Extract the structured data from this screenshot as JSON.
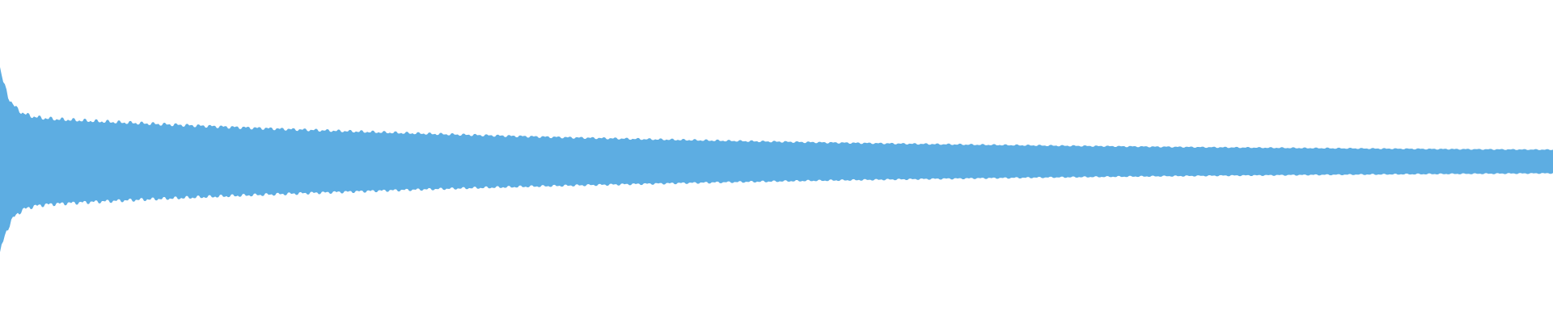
{
  "waveform": {
    "color": "#5DADE2",
    "background": "#FFFFFF",
    "envelope": {
      "type": "decay",
      "peak_amplitude": 0.29,
      "sustain_amplitude": 0.14,
      "end_amplitude": 0.025,
      "oscillation": "dense"
    }
  }
}
